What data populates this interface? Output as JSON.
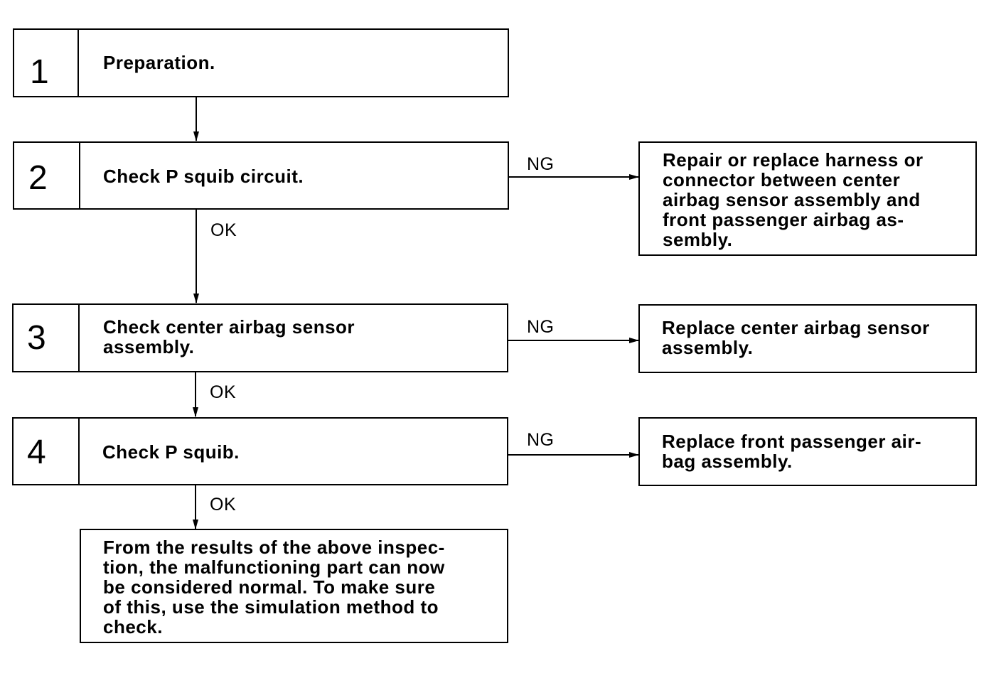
{
  "steps": [
    {
      "number": "1",
      "text": "Preparation."
    },
    {
      "number": "2",
      "text": "Check P squib circuit."
    },
    {
      "number": "3",
      "text": "Check center airbag sensor\nassembly."
    },
    {
      "number": "4",
      "text": "Check P squib."
    }
  ],
  "results": {
    "ng_2": "Repair or replace harness or\nconnector between center\nairbag sensor assembly and\nfront passenger airbag as-\nsembly.",
    "ng_3": "Replace center airbag sensor\nassembly.",
    "ng_4": "Replace front passenger air-\nbag assembly.",
    "final": "From the results of the above inspec-\ntion, the malfunctioning part can now\nbe considered normal. To make sure\nof this, use the simulation method to\ncheck."
  },
  "labels": {
    "ok": "OK",
    "ng": "NG"
  }
}
